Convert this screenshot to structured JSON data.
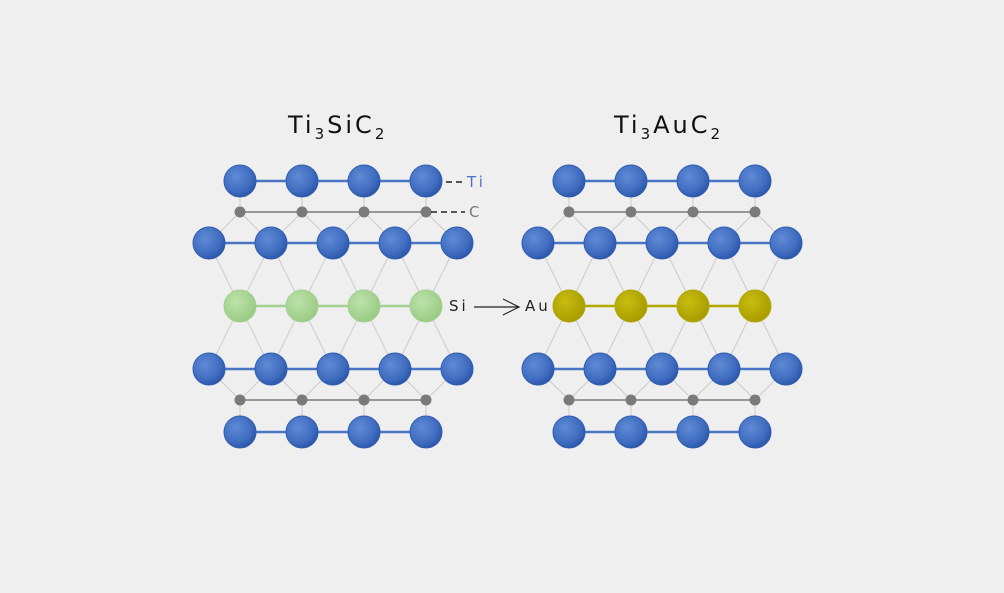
{
  "left": {
    "title": {
      "main": "Ti",
      "s1": "3",
      "mid": "SiC",
      "s2": "2"
    },
    "middle_element": "Si"
  },
  "right": {
    "title": {
      "main": "Ti",
      "s1": "3",
      "mid": "AuC",
      "s2": "2"
    },
    "middle_element": "Au"
  },
  "legend": {
    "ti": "Ti",
    "c": "C"
  },
  "transform": {
    "from": "Si",
    "to": "Au"
  },
  "colors": {
    "ti": "#3d6cc0",
    "ti_bond": "#4a74c4",
    "c": "#7a7a7a",
    "si": "#a3d18f",
    "au": "#b3a800",
    "ti_label": "#4a74c4",
    "c_label": "#777777"
  }
}
